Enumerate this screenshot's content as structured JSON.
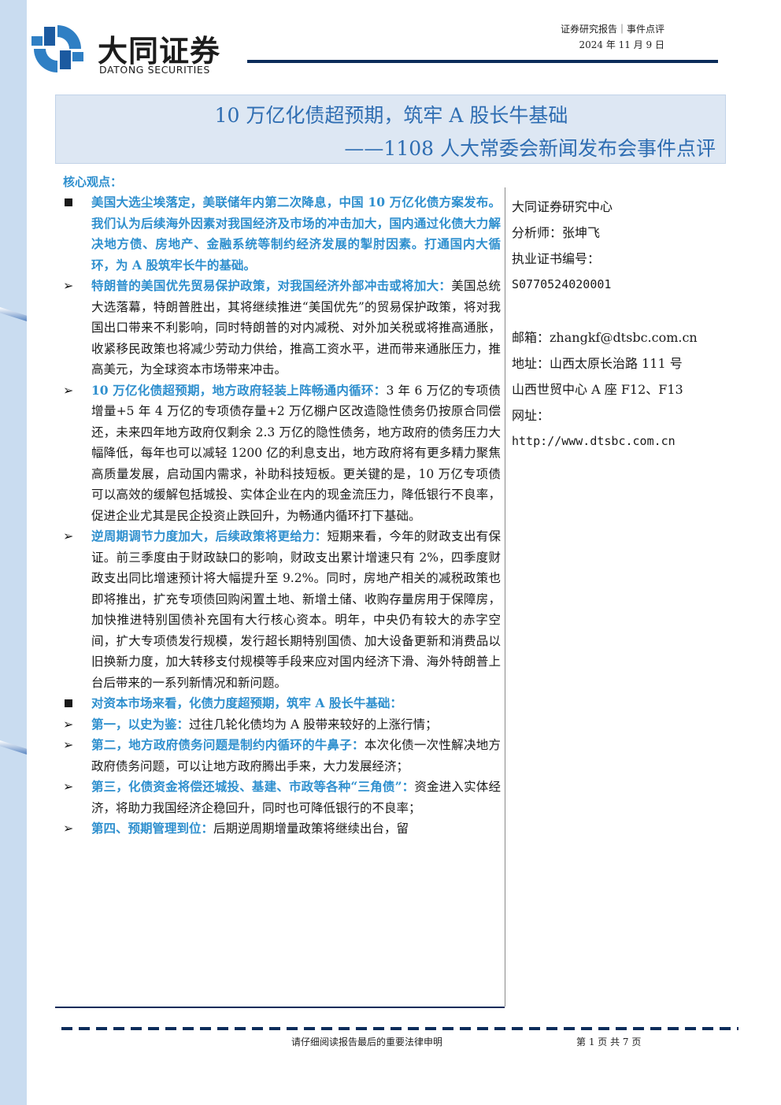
{
  "header": {
    "logo_cn": "大同证券",
    "logo_en": "DATONG SECURITIES",
    "report_type": "证券研究报告｜事件点评",
    "report_date": "2024 年 11 月 9 日"
  },
  "title": {
    "main": "10 万亿化债超预期，筑牢 A 股长牛基础",
    "sub": "——1108 人大常委会新闻发布会事件点评"
  },
  "core": {
    "heading": "核心观点：",
    "items": [
      {
        "marker": "square",
        "highlight": "美国大选尘埃落定，美联储年内第二次降息，中国 10 万亿化债方案发布。我们认为后续海外因素对我国经济及市场的冲击加大，国内通过化债大力解决地方债、房地产、金融系统等制约经济发展的掣肘因素。打通国内大循环，为 A 股筑牢长牛的基础。",
        "body": ""
      },
      {
        "marker": "arrow",
        "highlight": "特朗普的美国优先贸易保护政策，对我国经济外部冲击或将加大：",
        "body": "美国总统大选落幕，特朗普胜出，其将继续推进“美国优先”的贸易保护政策，将对我国出口带来不利影响，同时特朗普的对内减税、对外加关税或将推高通胀，收紧移民政策也将减少劳动力供给，推高工资水平，进而带来通胀压力，推高美元，为全球资本市场带来冲击。"
      },
      {
        "marker": "arrow",
        "highlight": "10 万亿化债超预期，地方政府轻装上阵畅通内循环：",
        "body": "3 年 6 万亿的专项债增量+5 年 4 万亿的专项债存量+2 万亿棚户区改造隐性债务仍按原合同偿还，未来四年地方政府仅剩余 2.3 万亿的隐性债务，地方政府的债务压力大幅降低，每年也可以减轻 1200 亿的利息支出，地方政府将有更多精力聚焦高质量发展，启动国内需求，补助科技短板。更关键的是，10 万亿专项债可以高效的缓解包括城投、实体企业在内的现金流压力，降低银行不良率，促进企业尤其是民企投资止跌回升，为畅通内循环打下基础。"
      },
      {
        "marker": "arrow",
        "highlight": "逆周期调节力度加大，后续政策将更给力：",
        "body": "短期来看，今年的财政支出有保证。前三季度由于财政缺口的影响，财政支出累计增速只有 2%，四季度财政支出同比增速预计将大幅提升至 9.2%。同时，房地产相关的减税政策也即将推出，扩充专项债回购闲置土地、新增土储、收购存量房用于保障房，加快推进特别国债补充国有大行核心资本。明年，中央仍有较大的赤字空间，扩大专项债发行规模，发行超长期特别国债、加大设备更新和消费品以旧换新力度，加大转移支付规模等手段来应对国内经济下滑、海外特朗普上台后带来的一系列新情况和新问题。"
      },
      {
        "marker": "square",
        "highlight": "对资本市场来看，化债力度超预期，筑牢 A 股长牛基础：",
        "body": ""
      },
      {
        "marker": "arrow",
        "highlight": "第一，以史为鉴：",
        "body": "过往几轮化债均为 A 股带来较好的上涨行情；"
      },
      {
        "marker": "arrow",
        "highlight": "第二，地方政府债务问题是制约内循环的牛鼻子：",
        "body": "本次化债一次性解决地方政府债务问题，可以让地方政府腾出手来，大力发展经济；"
      },
      {
        "marker": "arrow",
        "highlight": "第三，化债资金将偿还城投、基建、市政等各种“三角债”：",
        "body": "资金进入实体经济，将助力我国经济企稳回升，同时也可降低银行的不良率；"
      },
      {
        "marker": "arrow",
        "highlight": "第四、预期管理到位：",
        "body": "后期逆周期增量政策将继续出台，留"
      }
    ]
  },
  "sidebar": {
    "org": "大同证券研究中心",
    "analyst": "分析师：张坤飞",
    "cert_label": "执业证书编号：",
    "cert_no": "S0770524020001",
    "email": "邮箱：zhangkf@dtsbc.com.cn",
    "address1": "地址：山西太原长治路 111 号",
    "address2": "山西世贸中心 A 座 F12、F13",
    "web_label": "网址：",
    "web": "http://www.dtsbc.com.cn"
  },
  "footer": {
    "legal": "请仔细阅读报告最后的重要法律申明",
    "page": "第 1 页 共 7 页"
  },
  "colors": {
    "accent_blue": "#2e8fce",
    "title_blue": "#2e6db2",
    "navy": "#0b2c5a",
    "strip": "#c9dcf0"
  }
}
